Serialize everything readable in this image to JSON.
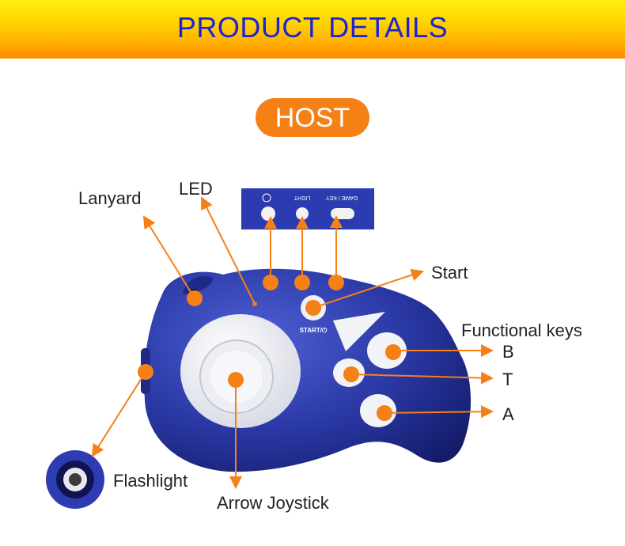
{
  "banner": {
    "title": "PRODUCT DETAILS"
  },
  "section": {
    "title": "HOST"
  },
  "device": {
    "top_panel_labels": [
      "",
      "LIGHT",
      "GAME / KEY"
    ],
    "start_label": "START/⏻"
  },
  "callouts": {
    "lanyard": "Lanyard",
    "led": "LED",
    "start": "Start",
    "functional_keys": "Functional keys",
    "b": "B",
    "t": "T",
    "a": "A",
    "flashlight": "Flashlight",
    "arrow_joystick": "Arrow Joystick"
  },
  "colors": {
    "banner_text": "#1a24d6",
    "accent_orange": "#f58016",
    "device_blue": "#2b39a6"
  }
}
